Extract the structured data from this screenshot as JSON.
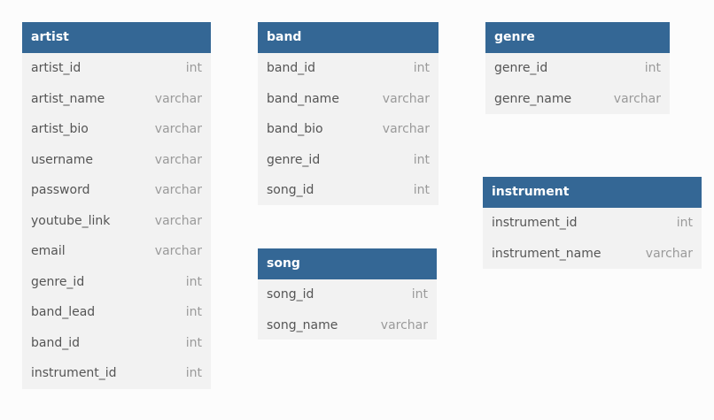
{
  "tables": [
    {
      "id": "artist",
      "title": "artist",
      "fields": [
        {
          "name": "artist_id",
          "type": "int"
        },
        {
          "name": "artist_name",
          "type": "varchar"
        },
        {
          "name": "artist_bio",
          "type": "varchar"
        },
        {
          "name": "username",
          "type": "varchar"
        },
        {
          "name": "password",
          "type": "varchar"
        },
        {
          "name": "youtube_link",
          "type": "varchar"
        },
        {
          "name": "email",
          "type": "varchar"
        },
        {
          "name": "genre_id",
          "type": "int"
        },
        {
          "name": "band_lead",
          "type": "int"
        },
        {
          "name": "band_id",
          "type": "int"
        },
        {
          "name": "instrument_id",
          "type": "int"
        }
      ]
    },
    {
      "id": "band",
      "title": "band",
      "fields": [
        {
          "name": "band_id",
          "type": "int"
        },
        {
          "name": "band_name",
          "type": "varchar"
        },
        {
          "name": "band_bio",
          "type": "varchar"
        },
        {
          "name": "genre_id",
          "type": "int"
        },
        {
          "name": "song_id",
          "type": "int"
        }
      ]
    },
    {
      "id": "genre",
      "title": "genre",
      "fields": [
        {
          "name": "genre_id",
          "type": "int"
        },
        {
          "name": "genre_name",
          "type": "varchar"
        }
      ]
    },
    {
      "id": "song",
      "title": "song",
      "fields": [
        {
          "name": "song_id",
          "type": "int"
        },
        {
          "name": "song_name",
          "type": "varchar"
        }
      ]
    },
    {
      "id": "instrument",
      "title": "instrument",
      "fields": [
        {
          "name": "instrument_id",
          "type": "int"
        },
        {
          "name": "instrument_name",
          "type": "varchar"
        }
      ]
    }
  ],
  "colors": {
    "header_bg": "#346795",
    "header_text": "#ffffff",
    "body_bg": "#f2f2f2",
    "field_name": "#555555",
    "field_type": "#9a9a9a",
    "canvas": "#fcfcfc"
  }
}
